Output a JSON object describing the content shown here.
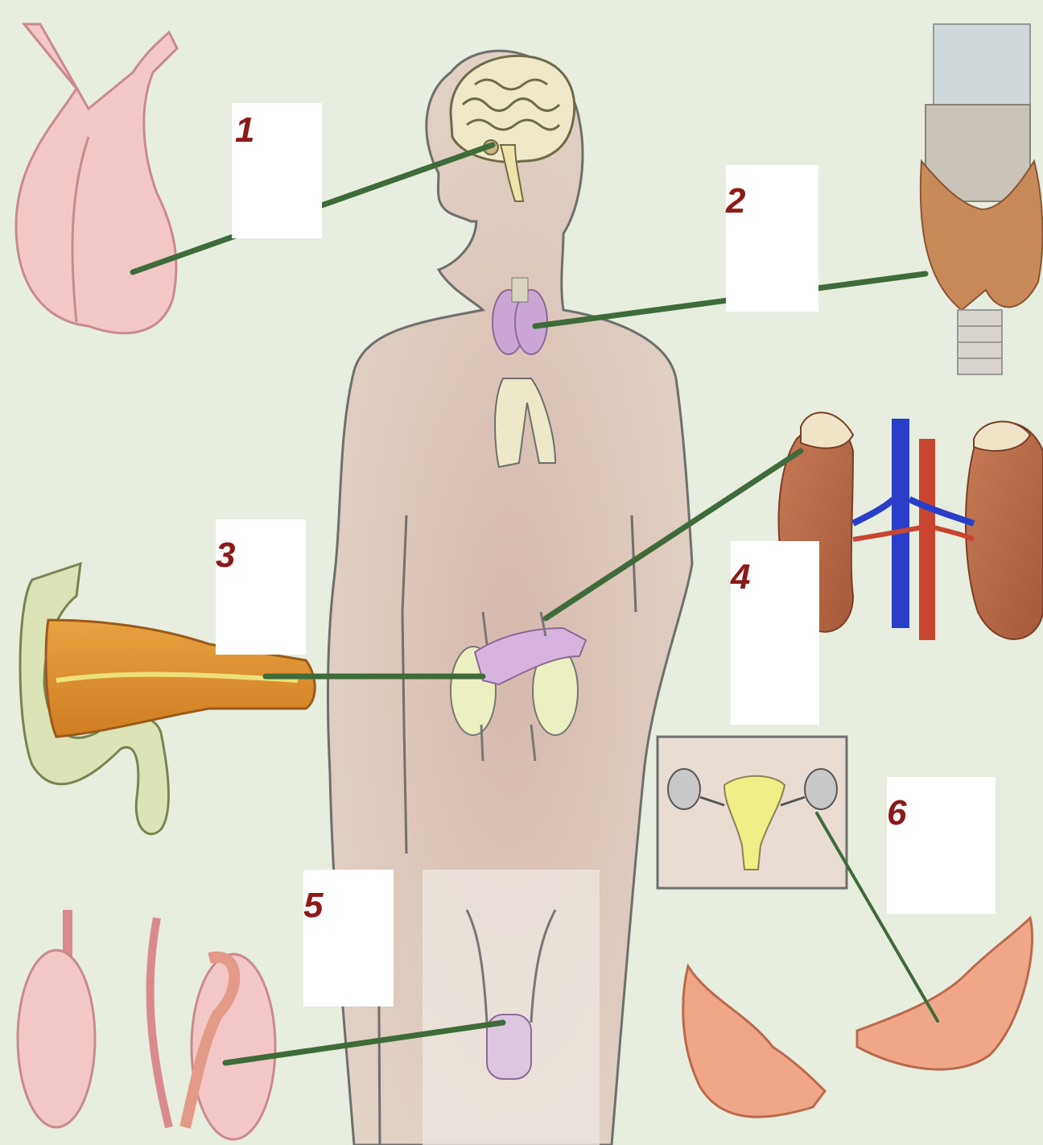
{
  "labels": [
    {
      "number": "1"
    },
    {
      "number": "2"
    },
    {
      "number": "3"
    },
    {
      "number": "4"
    },
    {
      "number": "5"
    },
    {
      "number": "6"
    }
  ],
  "colors": {
    "background": "#e7eddf",
    "body_fill": "#dcc9bd",
    "outline": "#6f6f6f",
    "leader_line": "#3f6b3a",
    "number_text": "#8c1a1a",
    "answer_box": "#ffffff"
  },
  "organs": {
    "pituitary": "pituitary-gland-icon",
    "thyroid": "thyroid-gland-icon",
    "pancreas": "pancreas-icon",
    "adrenal": "adrenal-gland-icon",
    "testes": "testis-icon",
    "ovaries": "ovary-icon"
  }
}
